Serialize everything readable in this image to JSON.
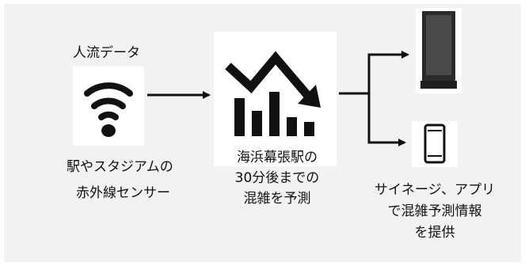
{
  "nodes": {
    "sensor": {
      "title": "人流データ",
      "caption_line1": "駅やスタジアムの",
      "caption_line2": "赤外線センサー",
      "icon": "wifi-icon"
    },
    "predict": {
      "caption_line1": "海浜幕張駅の",
      "caption_line2": "30分後までの",
      "caption_line3": "混雑を予測",
      "icon": "trending-down-bar-chart-icon"
    },
    "output": {
      "caption_line1": "サイネージ、アプリ",
      "caption_line2": "で混雑予測情報",
      "caption_line3": "を提供",
      "icons": [
        "digital-signage-icon",
        "smartphone-icon"
      ]
    }
  },
  "colors": {
    "background": "#f2f2f2",
    "box": "#ffffff",
    "ink": "#111111"
  }
}
